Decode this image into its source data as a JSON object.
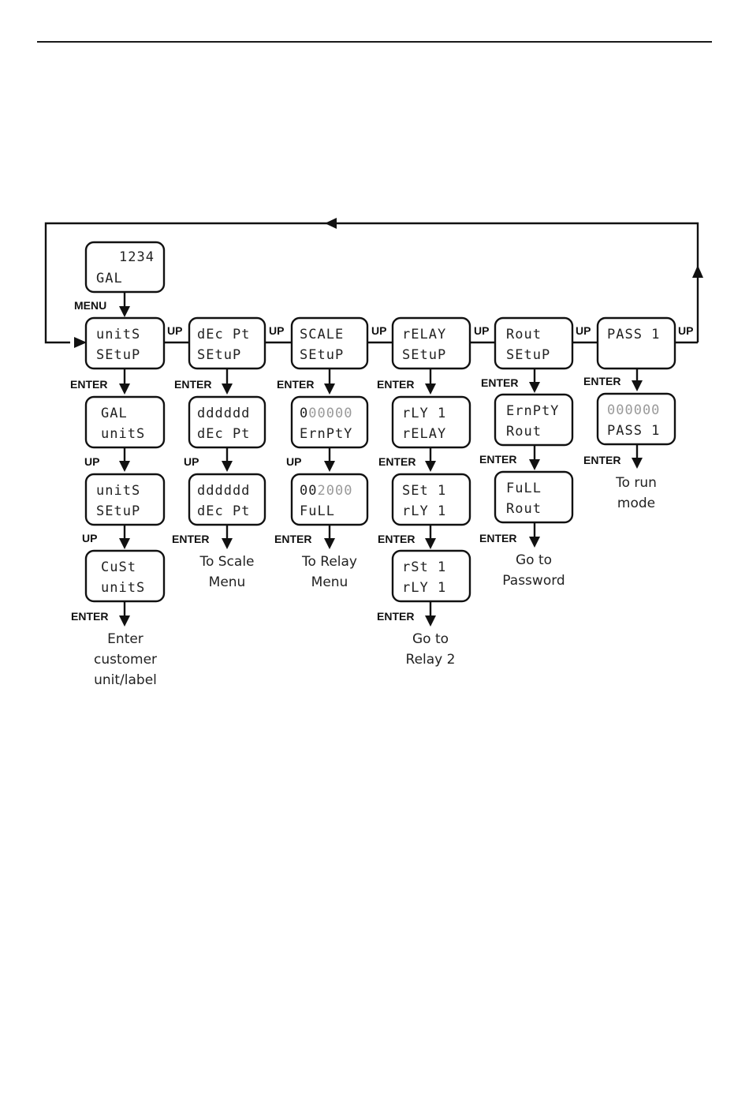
{
  "menu_label": "MENU",
  "enter_label": "ENTER",
  "up_label": "UP",
  "top_display": {
    "line1": "1234",
    "line2": "GAL"
  },
  "columns": [
    {
      "top": {
        "line1": "unitS",
        "line2": "SEtuP"
      },
      "steps": [
        {
          "line1": "GAL",
          "line2": "unitS"
        },
        {
          "line1": "unitS",
          "line2": "SEtuP"
        },
        {
          "line1": "CuSt",
          "line2": "unitS"
        }
      ],
      "note": [
        "Enter",
        "customer",
        "unit/label"
      ]
    },
    {
      "top": {
        "line1": "dEc Pt",
        "line2": "SEtuP"
      },
      "steps": [
        {
          "line1": "dddddd",
          "line2": "dEc Pt"
        },
        {
          "line1": "dddddd",
          "line2": "dEc Pt"
        }
      ],
      "note": [
        "To Scale",
        "Menu"
      ]
    },
    {
      "top": {
        "line1": "SCALE",
        "line2": "SEtuP"
      },
      "steps": [
        {
          "line1_dark": "0",
          "line1_dim": "00000",
          "line2": "ErnPtY"
        },
        {
          "line1_dark": "00",
          "line1_dim": "2000",
          "line2": "FuLL"
        }
      ],
      "note": [
        "To Relay",
        "Menu"
      ]
    },
    {
      "top": {
        "line1": "rELAY",
        "line2": "SEtuP"
      },
      "steps": [
        {
          "line1": "rLY  1",
          "line2": "rELAY"
        },
        {
          "line1": "SEt  1",
          "line2": "rLY  1"
        },
        {
          "line1": "rSt  1",
          "line2": "rLY  1"
        }
      ],
      "note": [
        "Go to",
        "Relay 2"
      ]
    },
    {
      "top": {
        "line1": "Rout",
        "line2": "SEtuP"
      },
      "steps": [
        {
          "line1": "ErnPtY",
          "line2": "Rout"
        },
        {
          "line1": "FuLL",
          "line2": "Rout"
        }
      ],
      "note": [
        "Go to",
        "Password"
      ]
    },
    {
      "top": {
        "line1": "PASS  1",
        "line2": ""
      },
      "steps": [
        {
          "line1": "000000",
          "line2": "PASS  1"
        }
      ],
      "note": [
        "To run",
        "mode"
      ]
    }
  ]
}
